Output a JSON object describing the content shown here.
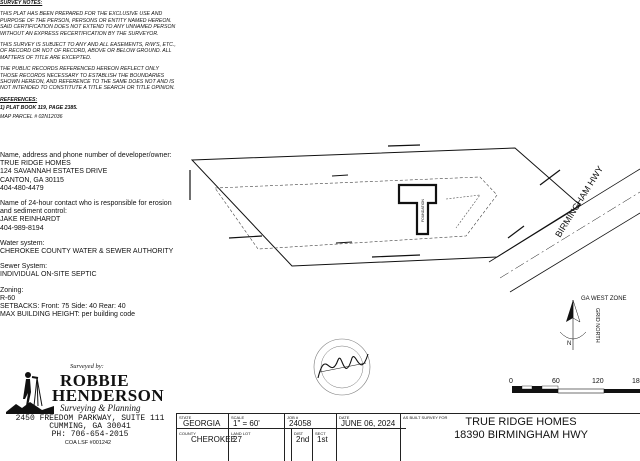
{
  "notes": {
    "survey_heading": "SURVEY NOTES:",
    "note1": "THIS PLAT HAS BEEN PREPARED FOR THE EXCLUSIVE USE AND PURPOSE OF THE PERSON, PERSONS OR ENTITY NAMED HEREON. SAID CERTIFICATION DOES NOT EXTEND TO ANY UNNAMED PERSON WITHOUT AN EXPRESS RECERTIFICATION BY THE SURVEYOR.",
    "note2": "THIS SURVEY IS SUBJECT TO ANY AND ALL EASEMENTS, R/W's, ETC., OF RECORD OR NOT OF RECORD, ABOVE OR BELOW GROUND. ALL MATTERS OF TITLE ARE EXCEPTED.",
    "note3": "THE PUBLIC RECORDS REFERENCED HEREON REFLECT ONLY THOSE RECORDS NECESSARY TO ESTABLISH THE BOUNDARIES SHOWN HEREON, AND REFERENCE TO THE SAME DOES NOT AND IS NOT INTENDED TO CONSTITUTE A TITLE SEARCH OR TITLE OPINION.",
    "ref_heading": "REFERENCES:",
    "ref1": "1) PLAT BOOK 119, PAGE 2385.",
    "ref2": "MAP PARCEL # 02N12036"
  },
  "info": {
    "developer_label": "Name, address and phone number of developer/owner:",
    "developer_name": "TRUE RIDGE HOMES",
    "developer_address1": "124 SAVANNAH ESTATES DRIVE",
    "developer_address2": "CANTON, GA 30115",
    "developer_phone": "404-480-4479",
    "contact_label": "Name of 24-hour contact who is responsible for erosion and sediment control:",
    "contact_name": "JAKE REINHARDT",
    "contact_phone": "404-989-8194",
    "water_label": "Water system:",
    "water_value": "CHEROKEE COUNTY WATER & SEWER AUTHORITY",
    "sewer_label": "Sewer System:",
    "sewer_value": "INDIVIDUAL ON-SITE SEPTIC",
    "zoning_label": "Zoning:",
    "zoning_value": "R-60",
    "setbacks": "SETBACKS: Front: 75 Side: 40 Rear: 40",
    "max_height": "MAX BUILDING HEIGHT: per building code"
  },
  "surveyor": {
    "surveyed_by": "Surveyed by:",
    "name_line1": "ROBBIE",
    "name_line2": "HENDERSON",
    "specialty": "Surveying & Planning",
    "address1": "2450 FREEDOM PARKWAY, SUITE 111",
    "address2": "CUMMING, GA 30041",
    "phone": "PH: 706-654-2015",
    "license": "COA LSF #001242"
  },
  "plat": {
    "road_name": "BIRMINGHAM HWY",
    "foundation_label": "FOUNDATION",
    "zone_label": "GA WEST ZONE",
    "grid_label": "GRID NORTH",
    "north_letter": "N"
  },
  "scale": {
    "ticks": [
      "0",
      "60",
      "120",
      "18"
    ]
  },
  "title_block": {
    "state_label": "STATE",
    "state_value": "GEORGIA",
    "scale_label": "SCALE",
    "scale_value": "1\" = 60'",
    "job_label": "JOB #",
    "job_value": "24058",
    "date_label": "DATE",
    "date_value": "JUNE 06, 2024",
    "county_label": "COUNTY",
    "county_value": "CHEROKEE",
    "lot_label": "LAND LOT",
    "lot_value": "27",
    "dist_label": "DIST",
    "dist_value": "2nd",
    "sect_label": "SECT",
    "sect_value": "1st",
    "survey_for_label": "AS BUILT SURVEY FOR",
    "client_line1": "TRUE RIDGE HOMES",
    "client_line2": "18390 BIRMINGHAM HWY"
  },
  "colors": {
    "ink": "#111111",
    "paper": "#ffffff"
  }
}
